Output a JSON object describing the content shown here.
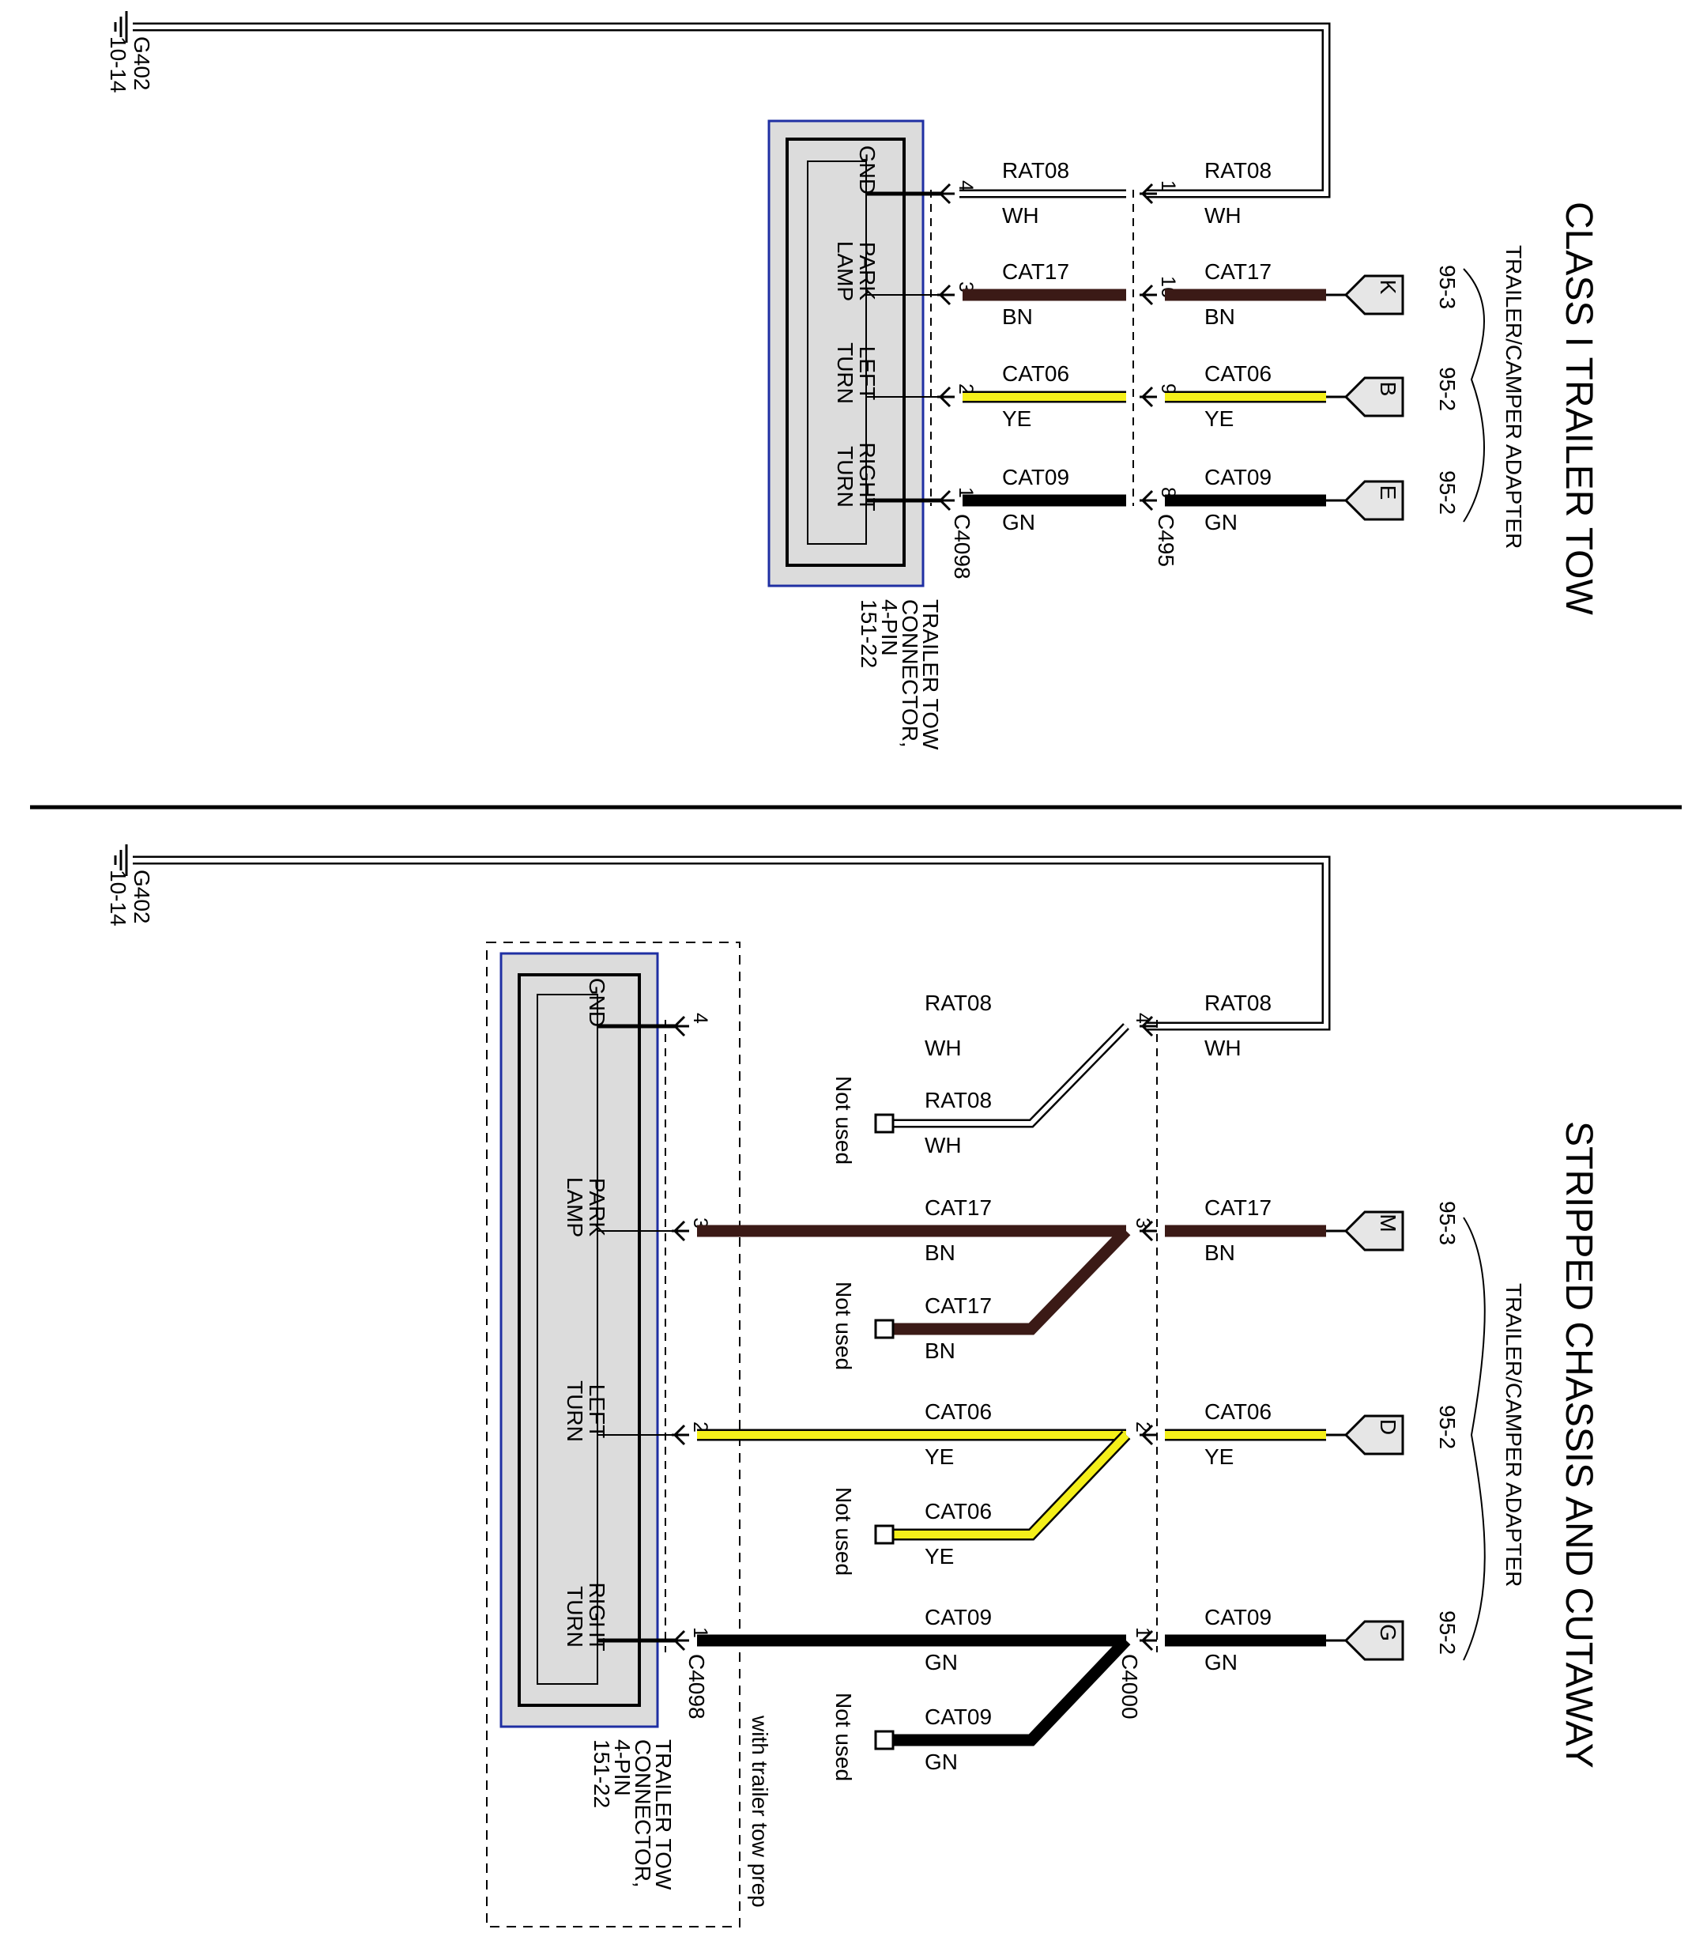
{
  "colors": {
    "WH": "#ffffff",
    "BN": "#3b1a16",
    "YE": "#f4ef1a",
    "GN": "#000000",
    "connector_fill": "#dcdcdc",
    "connector_border": "#1f2fa3"
  },
  "upper": {
    "title": "CLASS I TRAILER TOW",
    "adapter_label": "TRAILER/CAMPER ADAPTER",
    "ground": {
      "id": "G402",
      "ref": "10-14"
    },
    "connector": {
      "lines": [
        "TRAILER TOW",
        "CONNECTOR,",
        "4-PIN",
        "151-22"
      ]
    },
    "c_left": "C4098",
    "c_right": "C495",
    "pins": [
      {
        "name": "GND",
        "l1": "GND",
        "l2": "",
        "pin_left": "4",
        "pin_right": "1",
        "circuit": "RAT08",
        "color": "WH",
        "plug": "",
        "ref": ""
      },
      {
        "name": "park-lamp",
        "l1": "PARK",
        "l2": "LAMP",
        "pin_left": "3",
        "pin_right": "16",
        "circuit": "CAT17",
        "color": "BN",
        "plug": "K",
        "ref": "95-3"
      },
      {
        "name": "left-turn",
        "l1": "LEFT",
        "l2": "TURN",
        "pin_left": "2",
        "pin_right": "9",
        "circuit": "CAT06",
        "color": "YE",
        "plug": "B",
        "ref": "95-2"
      },
      {
        "name": "right-turn",
        "l1": "RIGHT",
        "l2": "TURN",
        "pin_left": "1",
        "pin_right": "8",
        "circuit": "CAT09",
        "color": "GN",
        "plug": "E",
        "ref": "95-2"
      }
    ]
  },
  "lower": {
    "title": "STRIPPED CHASSIS AND CUTAWAY",
    "adapter_label": "TRAILER/CAMPER ADAPTER",
    "ground": {
      "id": "G402",
      "ref": "10-14"
    },
    "connector": {
      "lines": [
        "TRAILER TOW",
        "CONNECTOR,",
        "4-PIN",
        "151-22"
      ]
    },
    "c_left": "C4098",
    "c_right": "C4000",
    "option_label": "with trailer tow prep",
    "not_used": "Not used",
    "pins": [
      {
        "name": "GND",
        "l1": "GND",
        "l2": "",
        "pin_left": "4",
        "pin_right": "4",
        "circuit": "RAT08",
        "color": "WH",
        "plug": "",
        "ref": ""
      },
      {
        "name": "park-lamp",
        "l1": "PARK",
        "l2": "LAMP",
        "pin_left": "3",
        "pin_right": "3",
        "circuit": "CAT17",
        "color": "BN",
        "plug": "M",
        "ref": "95-3"
      },
      {
        "name": "left-turn",
        "l1": "LEFT",
        "l2": "TURN",
        "pin_left": "2",
        "pin_right": "2",
        "circuit": "CAT06",
        "color": "YE",
        "plug": "D",
        "ref": "95-2"
      },
      {
        "name": "right-turn",
        "l1": "RIGHT",
        "l2": "TURN",
        "pin_left": "1",
        "pin_right": "1",
        "circuit": "CAT09",
        "color": "GN",
        "plug": "G",
        "ref": "95-2"
      }
    ]
  }
}
